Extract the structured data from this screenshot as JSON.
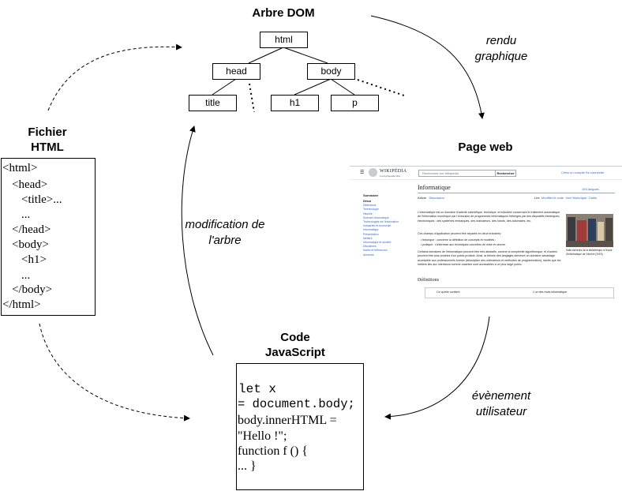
{
  "labels": {
    "dom_title": "Arbre DOM",
    "rendu": [
      "rendu",
      "graphique"
    ],
    "page_web": "Page web",
    "fichier": [
      "Fichier",
      "HTML"
    ],
    "modification": [
      "modification de",
      "l'arbre"
    ],
    "code": [
      "Code",
      "JavaScript"
    ],
    "evenement": [
      "évènement",
      "utilisateur"
    ]
  },
  "dom_tree": {
    "root": "html",
    "head": "head",
    "body": "body",
    "title": "title",
    "h1": "h1",
    "p": "p"
  },
  "html_file": {
    "lines": [
      "<html>",
      "<head>",
      "<title>...",
      "...",
      "</head>",
      "<body>",
      "<h1>",
      "...",
      "</body>",
      "</html>"
    ]
  },
  "js_code": {
    "lines": [
      "let x",
      "= document.body;",
      "body.innerHTML =",
      "\"Hello !\";",
      "function f () {",
      "... }"
    ]
  },
  "webpage": {
    "site_name": "WIKIPÉDIA",
    "site_tagline": "L'encyclopédie libre",
    "search_placeholder": "Rechercher sur Wikipédia",
    "search_button": "Rechercher",
    "account": "Créer un compte  Se connecter",
    "sidebar_head": "Sommaire",
    "sidebar_items": [
      "Début",
      "Définitions",
      "Terminologie",
      "Histoire",
      "Science informatique",
      "Technologies de l'information",
      "Industries et économie",
      "Informatique",
      "Présentation",
      "Métiers",
      "Informatique et société",
      "Disciplines",
      "Notes et références",
      "Annexes"
    ],
    "page_title": "Informatique",
    "languages": "193 langues",
    "tabs": [
      "Article",
      "Discussion"
    ],
    "right_tabs": [
      "Lire",
      "Modifier le code",
      "Voir l'historique",
      "Outils"
    ],
    "paragraphs": [
      "L'informatique est un domaine d'activité scientifique, technique, et industriel concernant le traitement automatique de l'information numérique par l'exécution de programmes informatiques hébergés par des dispositifs électriques-électroniques : des systèmes embarqués, des ordinateurs, des robots, des automates, etc.",
      "Ces champs d'application peuvent être séparés en deux branches :",
      "• théorique : concerne la définition de concepts et modèles ;",
      "• pratique : s'intéresse aux techniques concrètes de mise en œuvre.",
      "Certains domaines de l'informatique peuvent être très abstraits, comme la complexité algorithmique, et d'autres peuvent être plus proches d'un public profane. Ainsi, la théorie des langages demeure un domaine davantage accessible aux professionnels formés (description des ordinateurs et méthodes de programmation), tandis que les métiers liés aux interfaces homme-machine sont accessibles à un plus large public."
    ],
    "thumb_caption": "Salle serveurs de la bibliothèque à l'école d'informatique de Genève (2019).",
    "definitions_heading": "Définitions",
    "def_left": "Ce qu'elle contient",
    "def_right": "L'un des mots informatique"
  }
}
